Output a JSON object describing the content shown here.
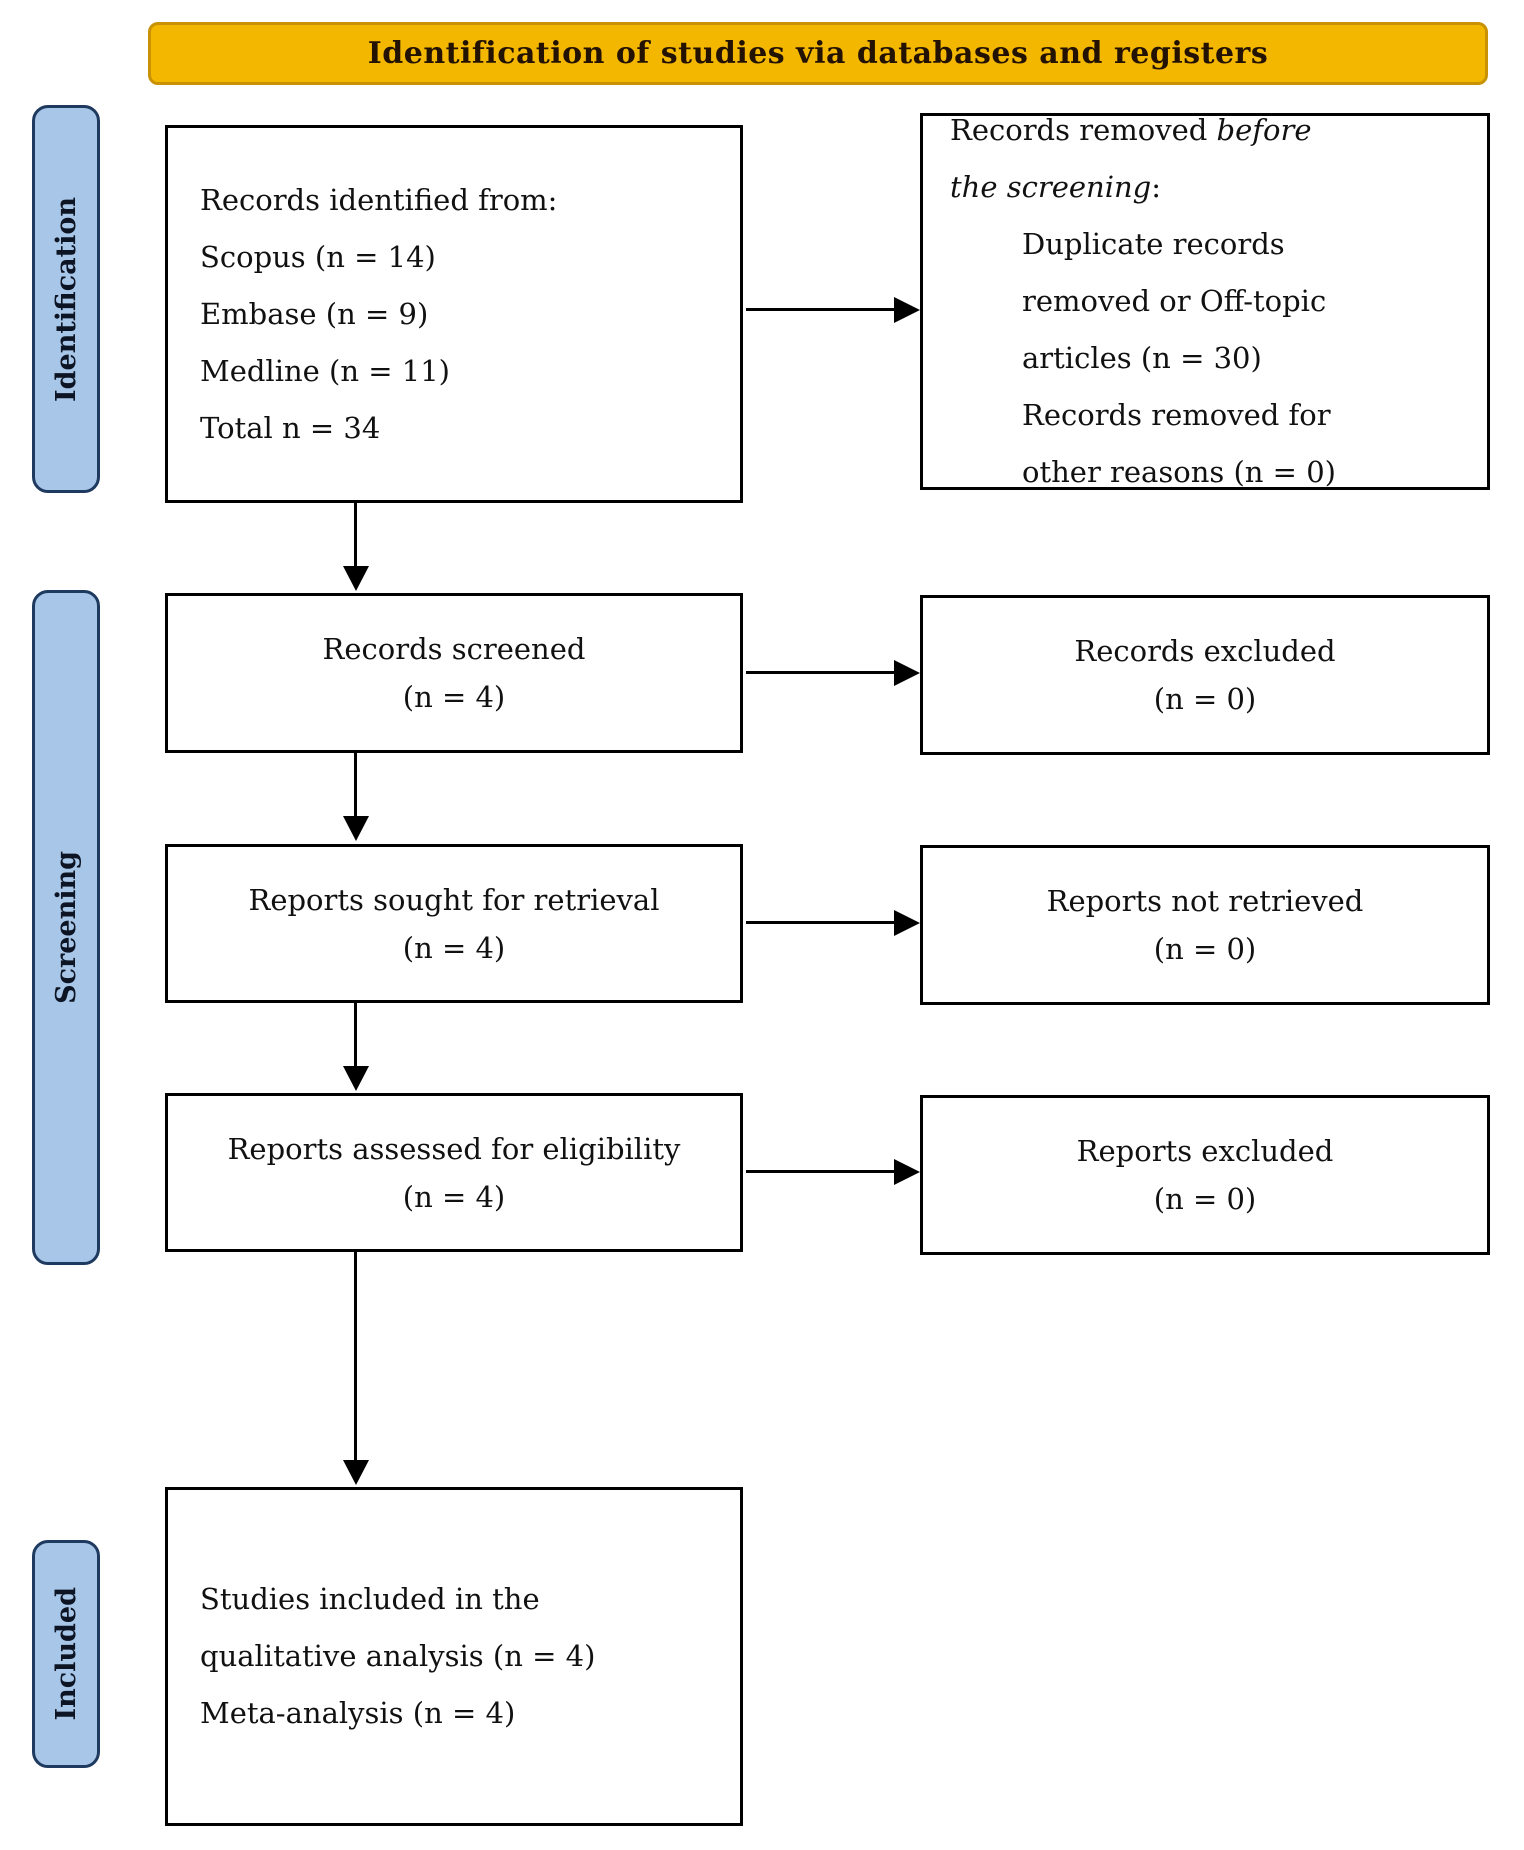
{
  "header": {
    "title": "Identification of studies via databases and registers"
  },
  "stages": [
    {
      "label": "Identification"
    },
    {
      "label": "Screening"
    },
    {
      "label": "Included"
    }
  ],
  "colors": {
    "banner_fill": "#F3B700",
    "banner_border": "#C99204",
    "banner_text": "#231200",
    "stage_fill": "#A8C6E8",
    "stage_border": "#1F3A5F",
    "box_border": "#000000",
    "arrow": "#000000"
  },
  "boxes": {
    "records_identified": {
      "lines": [
        "Records identified from:",
        "Scopus (n = 14)",
        "Embase (n = 9)",
        "Medline (n = 11)",
        "Total n = 34"
      ]
    },
    "records_removed": {
      "intro_regular": "Records removed ",
      "intro_italic": "before the screening",
      "intro_suffix": ":",
      "items": [
        "Duplicate records removed or Off-topic articles (n = 30)",
        "Records removed for other reasons (n = 0)"
      ]
    },
    "records_screened": {
      "title": "Records screened",
      "count": "(n = 4)"
    },
    "records_excluded": {
      "title": "Records excluded",
      "count": "(n = 0)"
    },
    "reports_sought": {
      "title": "Reports sought for retrieval",
      "count": "(n = 4)"
    },
    "reports_not_retrieved": {
      "title": "Reports not retrieved",
      "count": "(n = 0)"
    },
    "reports_assessed": {
      "title": "Reports assessed for eligibility",
      "count": "(n = 4)"
    },
    "reports_excluded": {
      "title": "Reports excluded",
      "count": "(n = 0)"
    },
    "studies_included": {
      "lines": [
        "Studies included in the",
        "qualitative analysis (n = 4)",
        "Meta-analysis (n = 4)"
      ]
    }
  }
}
